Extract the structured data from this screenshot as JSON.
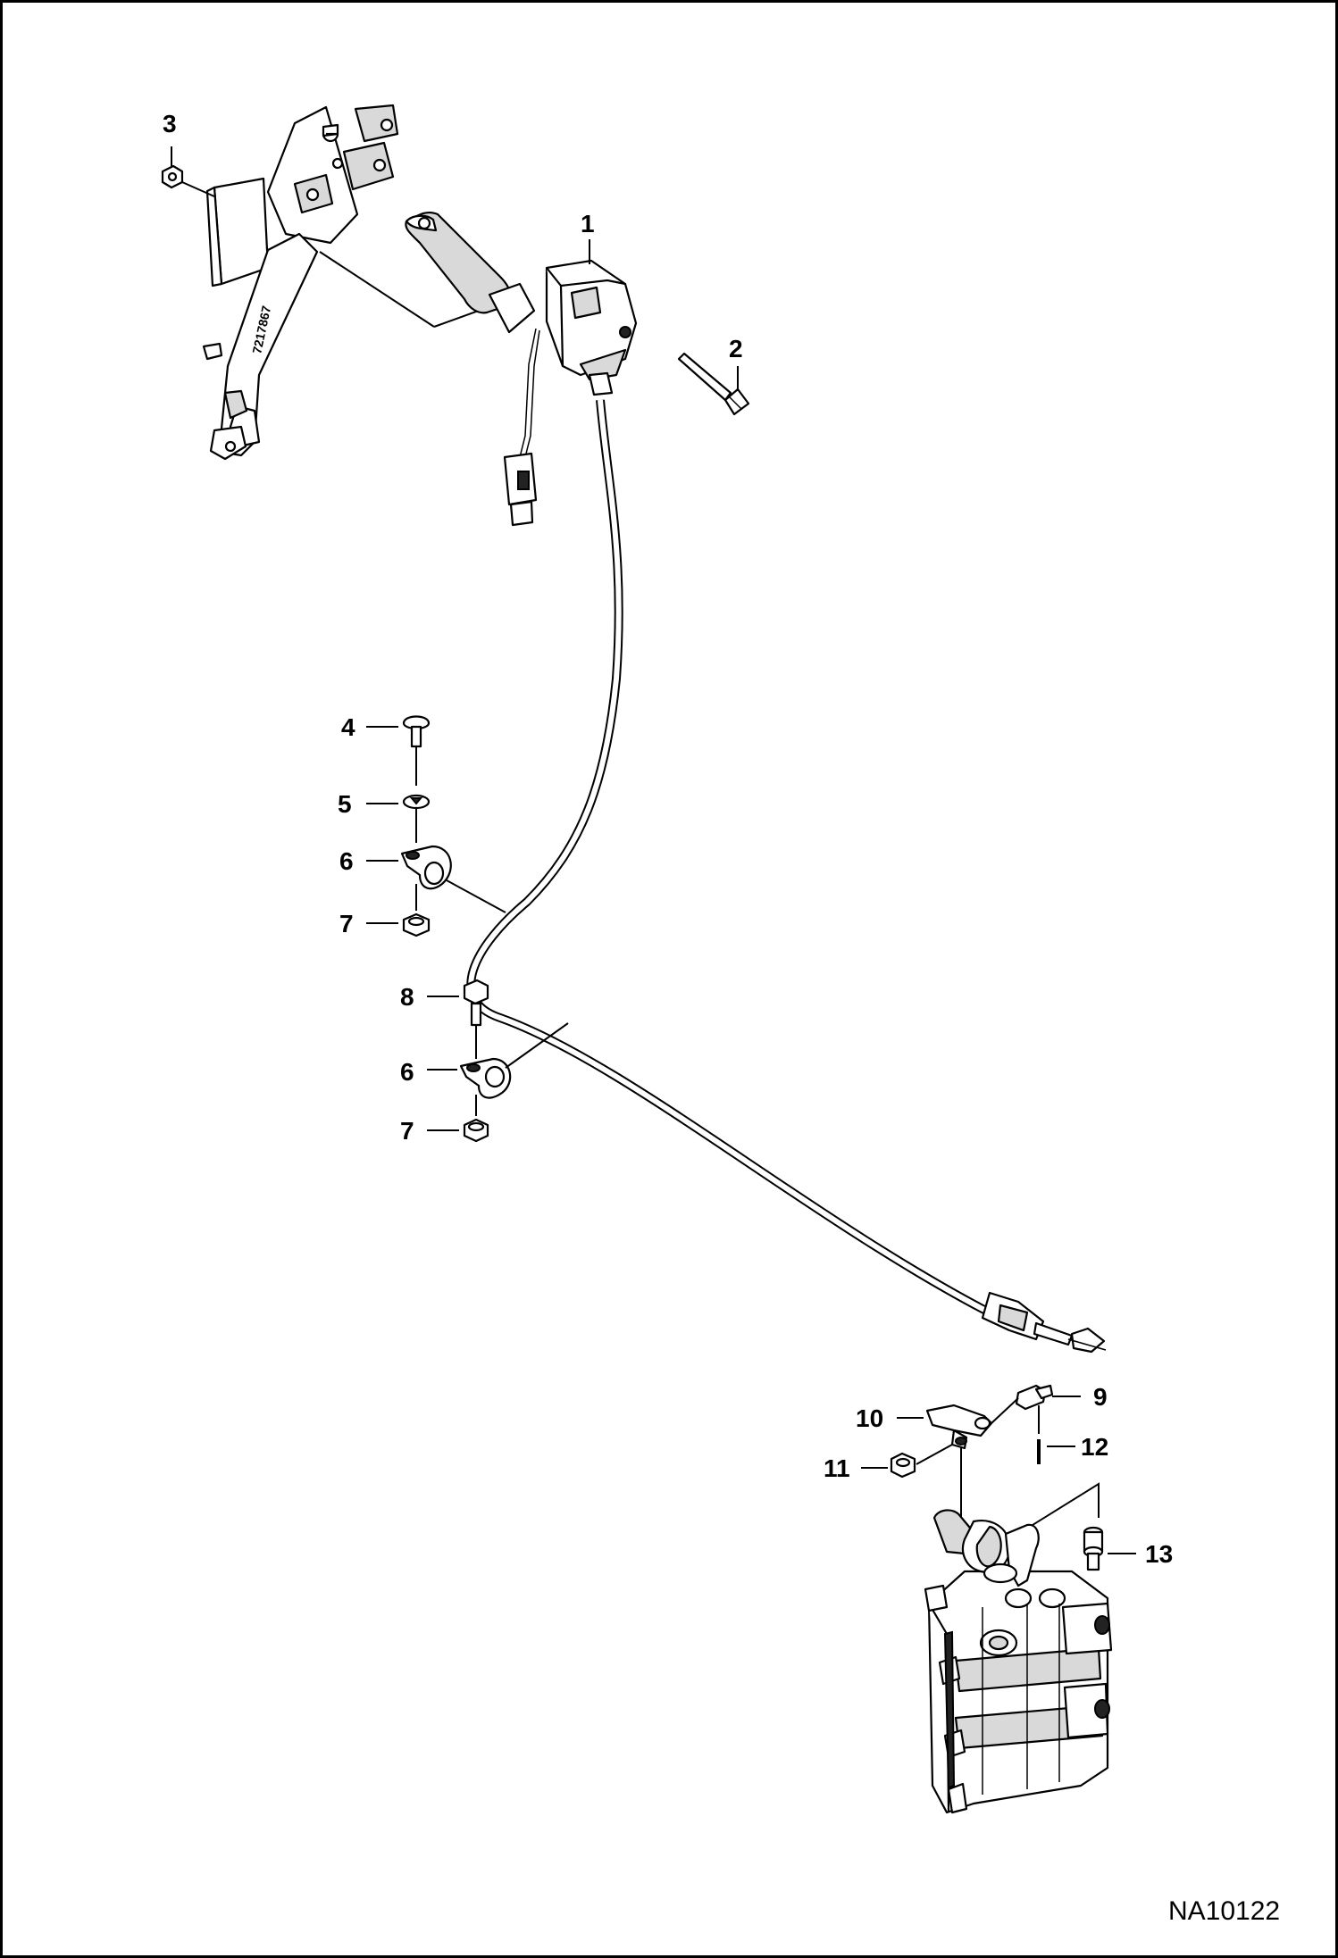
{
  "figure_id": "NA10122",
  "callouts": [
    {
      "label": "1"
    },
    {
      "label": "2"
    },
    {
      "label": "3"
    },
    {
      "label": "4"
    },
    {
      "label": "5"
    },
    {
      "label": "6"
    },
    {
      "label": "7"
    },
    {
      "label": "8"
    },
    {
      "label": "6"
    },
    {
      "label": "7"
    },
    {
      "label": "9"
    },
    {
      "label": "10"
    },
    {
      "label": "11"
    },
    {
      "label": "12"
    },
    {
      "label": "13"
    }
  ],
  "bracket_marking": "7217867"
}
